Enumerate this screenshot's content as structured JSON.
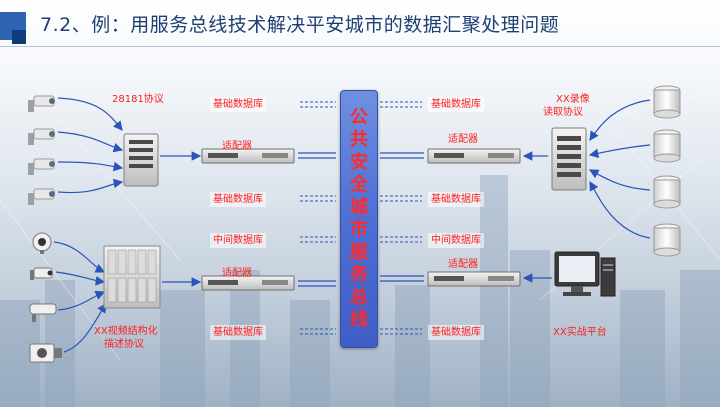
{
  "slide": {
    "title": "7.2、例：用服务总线技术解决平安城市的数据汇聚处理问题"
  },
  "bus": {
    "label": "公共安全城市服务总线"
  },
  "left": {
    "protocol_top": "28181协议",
    "protocol_bottom_line1": "XX视频结构化",
    "protocol_bottom_line2": "描述协议",
    "adapter_top": "适配器",
    "adapter_bottom": "适配器",
    "db1": "基础数据库",
    "db2": "基础数据库",
    "db3": "中间数据库",
    "db4": "基础数据库"
  },
  "right": {
    "protocol_top_line1": "XX录像",
    "protocol_top_line2": "读取协议",
    "platform": "XX实战平台",
    "adapter_top": "适配器",
    "adapter_bottom": "适配器",
    "db1": "基础数据库",
    "db2": "基础数据库",
    "db3": "中间数据库",
    "db4": "基础数据库"
  },
  "colors": {
    "title": "#1f3f73",
    "accent_blue": "#2f64b2",
    "bus_fill": "#4e6fd3",
    "label_red": "#ff1e1e",
    "arrow_blue": "#2a55b8"
  }
}
